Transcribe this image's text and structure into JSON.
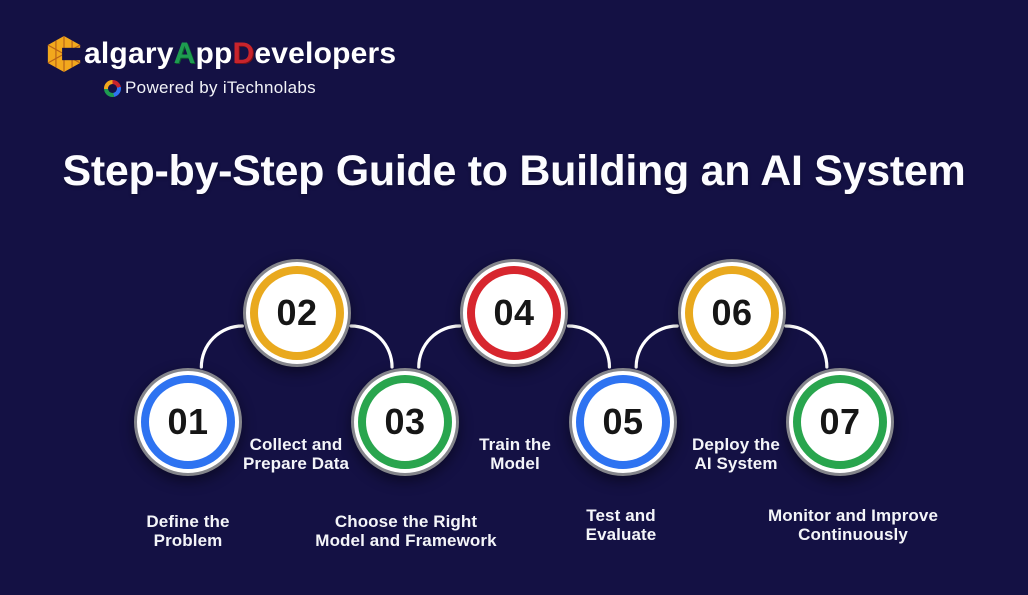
{
  "header": {
    "logo": {
      "word1_initial": "C",
      "word1_rest": "algary",
      "word2_initial": "A",
      "word2_rest": "pp",
      "word3_initial": "D",
      "word3_rest": "evelopers"
    },
    "tagline": "Powered by iTechnolabs"
  },
  "title": "Step-by-Step Guide to Building an AI System",
  "colors": {
    "background": "#141144",
    "title_text": "#fcfcff",
    "label_text": "#f4f5f9",
    "connector": "#ffffff",
    "circle_outer_ring": "#84858b",
    "number_text": "#161616",
    "logo_gold": "#f2a81d",
    "logo_green": "#1e9c50",
    "logo_red": "#c8242c",
    "ring_blue": "#2e73f1",
    "ring_gold": "#e9a91e",
    "ring_green": "#29a54e",
    "ring_red": "#d7262e"
  },
  "steps": [
    {
      "number": "01",
      "label": "Define the\nProblem",
      "ring_color": "#2e73f1"
    },
    {
      "number": "02",
      "label": "Collect and\nPrepare Data",
      "ring_color": "#e9a91e"
    },
    {
      "number": "03",
      "label": "Choose the Right\nModel and Framework",
      "ring_color": "#29a54e"
    },
    {
      "number": "04",
      "label": "Train the\nModel",
      "ring_color": "#d7262e"
    },
    {
      "number": "05",
      "label": "Test and\nEvaluate",
      "ring_color": "#2e73f1"
    },
    {
      "number": "06",
      "label": "Deploy the\nAI System",
      "ring_color": "#e9a91e"
    },
    {
      "number": "07",
      "label": "Monitor and Improve\nContinuously",
      "ring_color": "#29a54e"
    }
  ]
}
